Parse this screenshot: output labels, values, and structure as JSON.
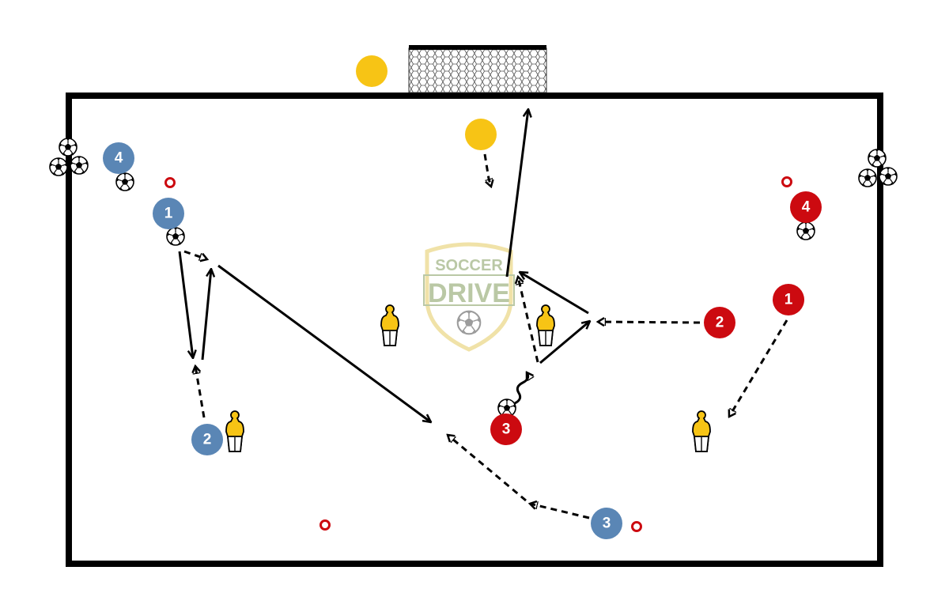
{
  "logo": {
    "line1": "SOCCER",
    "line2": "DRIVE"
  },
  "colors": {
    "field_line": "#000000",
    "blue_team": "#5a86b5",
    "red_team": "#cc0a10",
    "yellow": "#f7c415",
    "cone": "#cc0a10",
    "logo_green": "#aebf96",
    "logo_gold": "#eedd9a"
  },
  "players": {
    "blue": [
      "1",
      "2",
      "3",
      "4"
    ],
    "red": [
      "1",
      "2",
      "3",
      "4"
    ]
  },
  "icons": [
    "soccer-ball-icon",
    "mannequin-icon",
    "cone-icon",
    "goal-net-icon"
  ]
}
